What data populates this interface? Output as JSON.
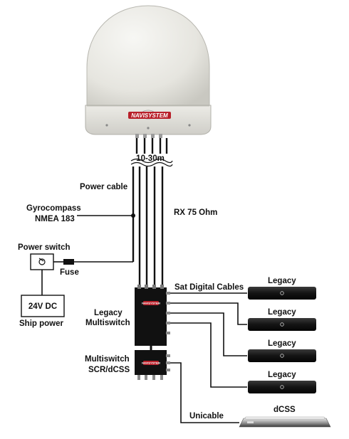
{
  "dome": {
    "brand": "NAVISYSTEM"
  },
  "labels": {
    "cable_length": "10-30m",
    "power_cable": "Power cable",
    "gyro_line1": "Gyrocompass",
    "gyro_line2": "NMEA 183",
    "rx": "RX 75 Ohm",
    "power_switch": "Power switch",
    "fuse": "Fuse",
    "dc": "24V DC",
    "ship_power": "Ship power",
    "sat_digital_cables": "Sat Digital Cables",
    "legacy_multiswitch_line1": "Legacy",
    "legacy_multiswitch_line2": "Multiswitch",
    "scr_multiswitch_line1": "Multiswitch",
    "scr_multiswitch_line2": "SCR/dCSS",
    "unicable": "Unicable",
    "dcss": "dCSS"
  },
  "receivers": [
    {
      "label": "Legacy"
    },
    {
      "label": "Legacy"
    },
    {
      "label": "Legacy"
    },
    {
      "label": "Legacy"
    }
  ],
  "colors": {
    "dome": "#e9e8e3",
    "logo": "#b8202a",
    "device": "#111111"
  }
}
